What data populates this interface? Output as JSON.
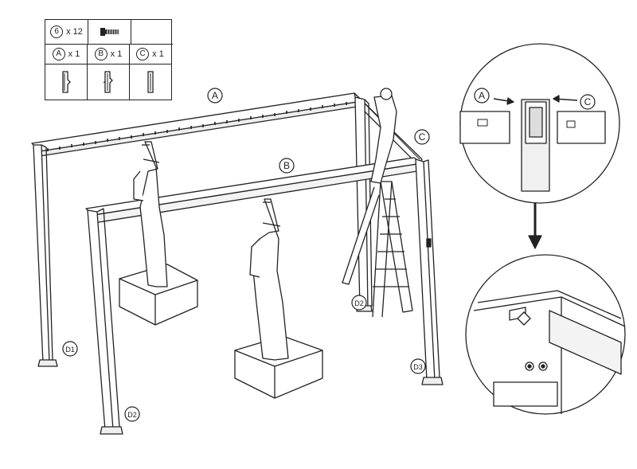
{
  "parts": {
    "screw": {
      "id": "6",
      "qty": "x 12",
      "icon": "screw-icon"
    },
    "items": [
      {
        "id": "A",
        "qty": "x 1",
        "icon": "bracket-a-icon"
      },
      {
        "id": "B",
        "qty": "x 1",
        "icon": "bracket-b-icon"
      },
      {
        "id": "C",
        "qty": "x 1",
        "icon": "bracket-c-icon"
      }
    ]
  },
  "labels": {
    "beam_a": "A",
    "beam_b": "B",
    "beam_c": "C",
    "post_d1": "D1",
    "post_d2_back": "D2",
    "post_d2_front": "D2",
    "post_d3": "D3",
    "detail_a": "A",
    "detail_c": "C"
  },
  "colors": {
    "line": "#222222",
    "background": "#ffffff"
  }
}
